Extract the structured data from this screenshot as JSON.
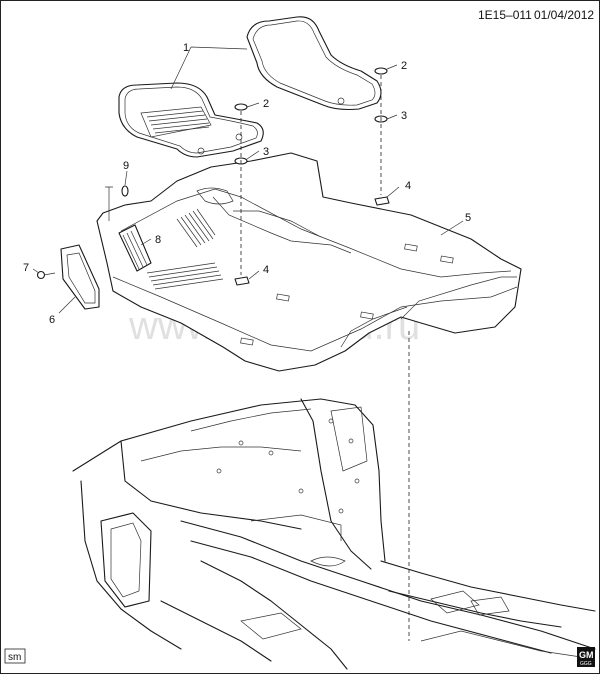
{
  "header": {
    "code": "1E15–011",
    "date": "01/04/2012"
  },
  "watermark": "www.gmsklad.ru",
  "corner_tag": "sm",
  "logo": {
    "text": "GM",
    "subtext": "GGG"
  },
  "callouts": [
    {
      "id": "c1",
      "label": "1"
    },
    {
      "id": "c2a",
      "label": "2"
    },
    {
      "id": "c2b",
      "label": "2"
    },
    {
      "id": "c3a",
      "label": "3"
    },
    {
      "id": "c3b",
      "label": "3"
    },
    {
      "id": "c4a",
      "label": "4"
    },
    {
      "id": "c4b",
      "label": "4"
    },
    {
      "id": "c5",
      "label": "5"
    },
    {
      "id": "c6",
      "label": "6"
    },
    {
      "id": "c7",
      "label": "7"
    },
    {
      "id": "c8",
      "label": "8"
    },
    {
      "id": "c9",
      "label": "9"
    }
  ]
}
